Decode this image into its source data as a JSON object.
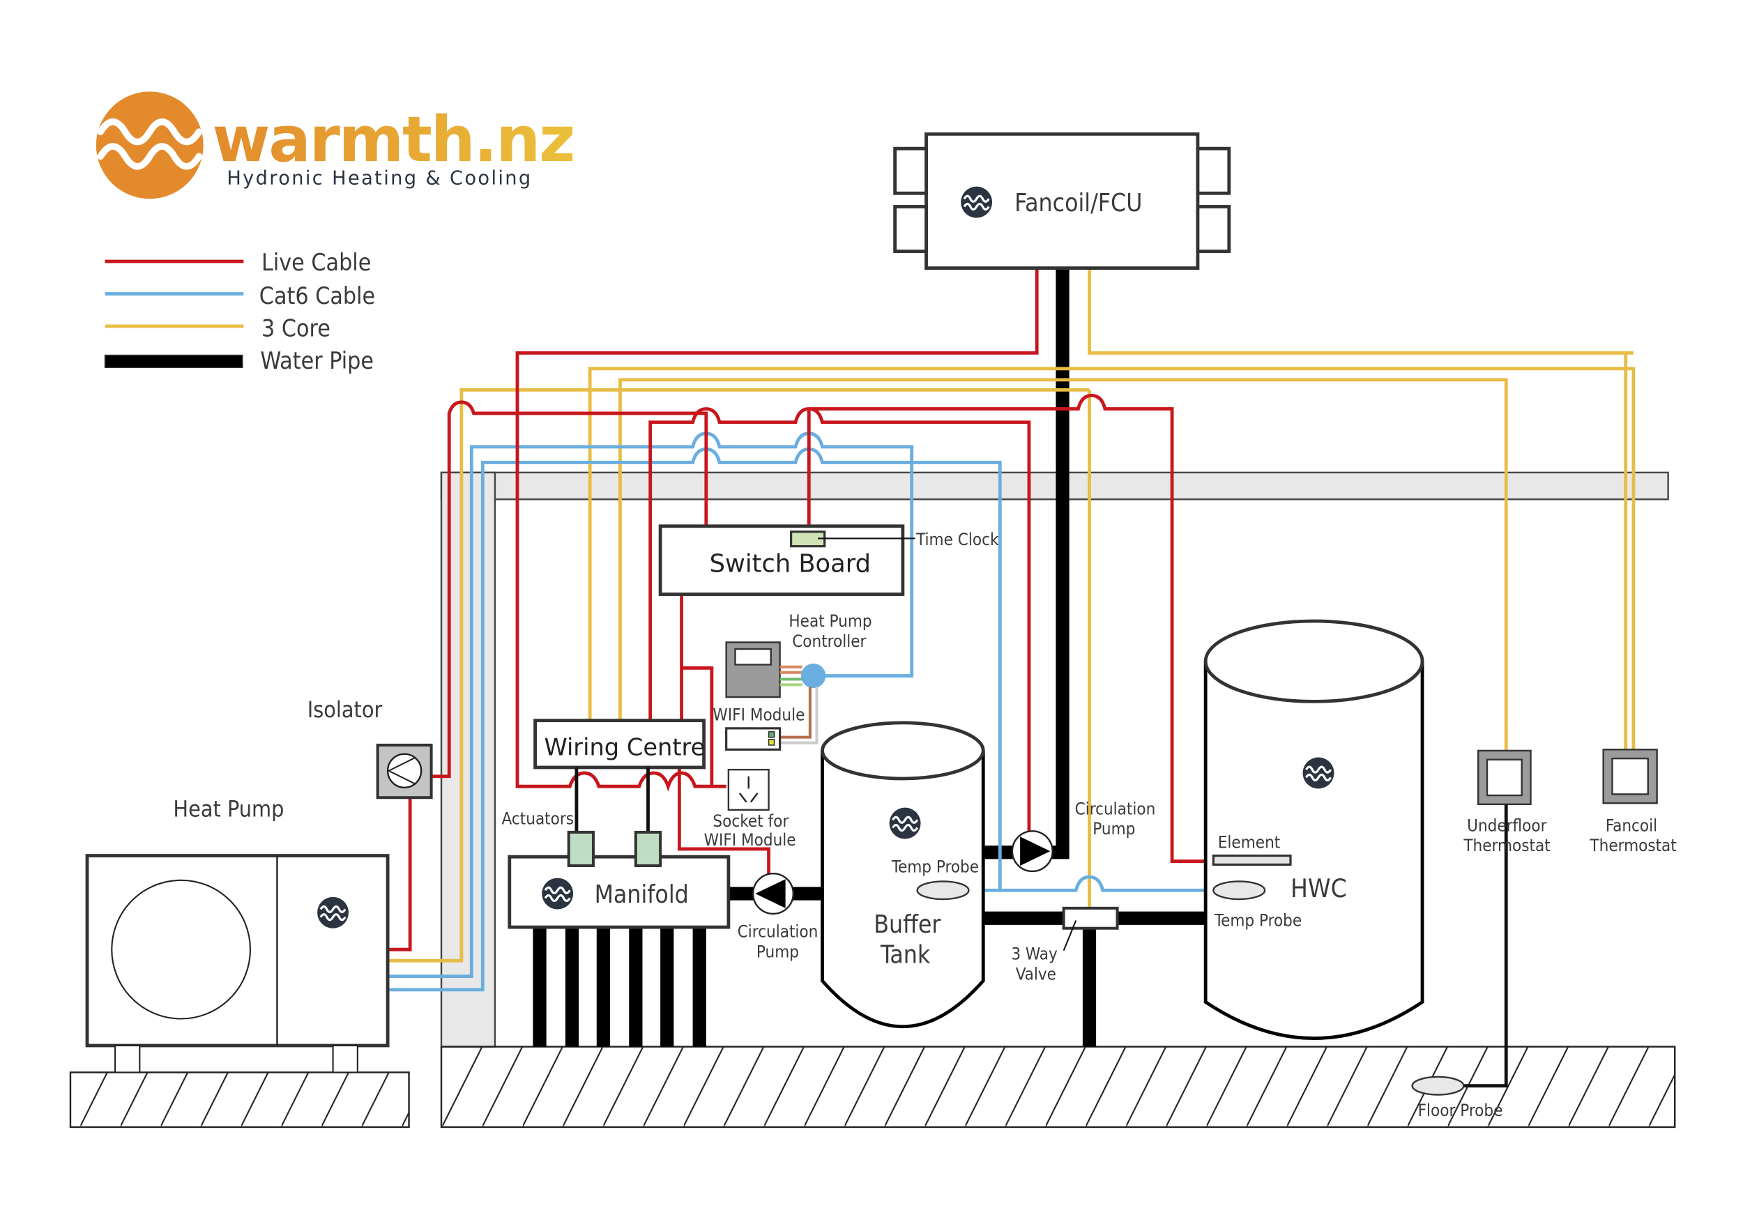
{
  "brand": {
    "name": "warmth.nz",
    "tagline": "Hydronic Heating & Cooling",
    "colors": {
      "orange": "#e38b2c",
      "yellow": "#ebc03a",
      "dark": "#2b3440"
    }
  },
  "legend": [
    {
      "key": "live",
      "label": "Live Cable",
      "color": "#c8161d"
    },
    {
      "key": "cat6",
      "label": "Cat6 Cable",
      "color": "#6aaee0"
    },
    {
      "key": "core",
      "label": "3 Core",
      "color": "#e8bd45"
    },
    {
      "key": "pipe",
      "label": "Water Pipe",
      "color": "#000000"
    }
  ],
  "components": {
    "fancoil": "Fancoil/FCU",
    "switch_board": "Switch Board",
    "time_clock": "Time Clock",
    "hp_controller_line1": "Heat Pump",
    "hp_controller_line2": "Controller",
    "wifi_module": "WIFI Module",
    "wiring_centre": "Wiring Centre",
    "socket_line1": "Socket for",
    "socket_line2": "WIFI Module",
    "actuators": "Actuators",
    "manifold": "Manifold",
    "circ_pump_left_line1": "Circulation",
    "circ_pump_left_line2": "Pump",
    "circ_pump_right_line1": "Circulation",
    "circ_pump_right_line2": "Pump",
    "isolator": "Isolator",
    "heat_pump": "Heat Pump",
    "buffer_line1": "Buffer",
    "buffer_line2": "Tank",
    "buffer_temp_probe": "Temp Probe",
    "three_way_line1": "3 Way",
    "three_way_line2": "Valve",
    "hwc": "HWC",
    "element": "Element",
    "hwc_temp_probe": "Temp Probe",
    "underfloor_thermo_line1": "Underfloor",
    "underfloor_thermo_line2": "Thermostat",
    "fancoil_thermo_line1": "Fancoil",
    "fancoil_thermo_line2": "Thermostat",
    "floor_probe": "Floor Probe"
  }
}
